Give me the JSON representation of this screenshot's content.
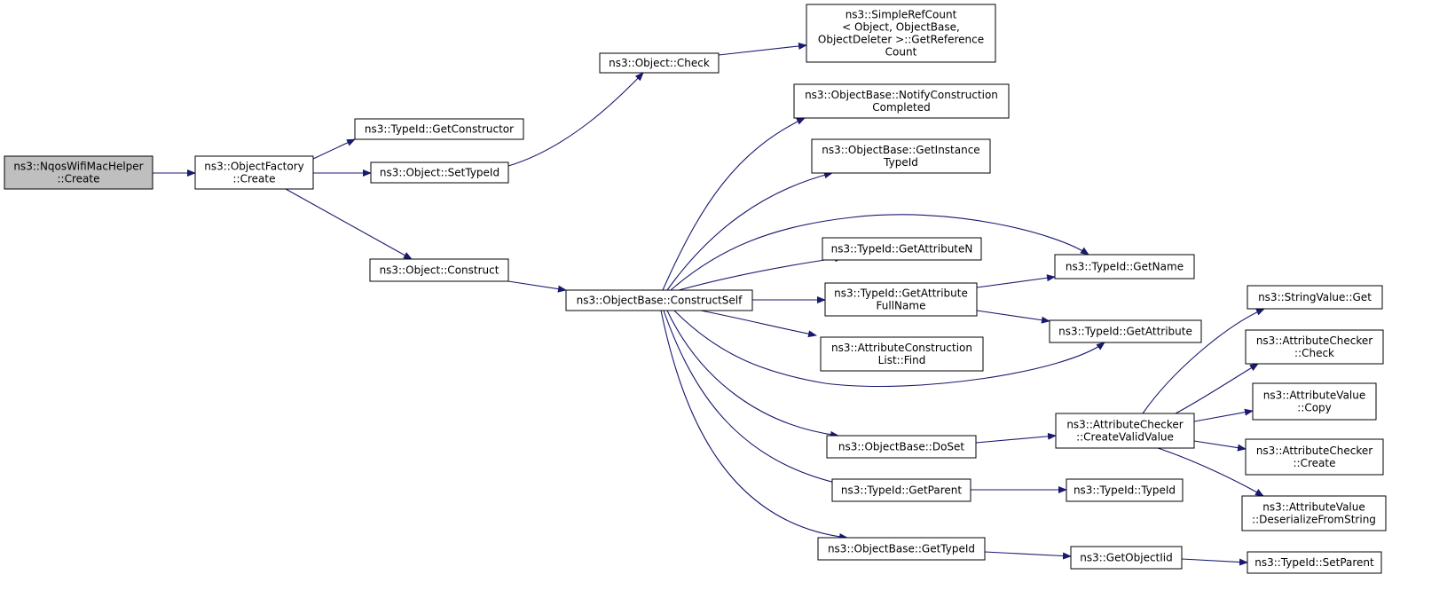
{
  "colors": {
    "edge": "#191970",
    "root_fill": "#bfbfbf",
    "node_fill": "#ffffff",
    "border": "#000000"
  },
  "nodes": [
    {
      "id": "n0",
      "lines": [
        "ns3::NqosWifiMacHelper",
        "::Create"
      ],
      "root": true
    },
    {
      "id": "n1",
      "lines": [
        "ns3::ObjectFactory",
        "::Create"
      ]
    },
    {
      "id": "n2",
      "lines": [
        "ns3::TypeId::GetConstructor"
      ]
    },
    {
      "id": "n3",
      "lines": [
        "ns3::Object::SetTypeId"
      ]
    },
    {
      "id": "n4",
      "lines": [
        "ns3::Object::Construct"
      ]
    },
    {
      "id": "n5",
      "lines": [
        "ns3::Object::Check"
      ]
    },
    {
      "id": "n6",
      "lines": [
        "ns3::SimpleRefCount",
        "< Object, ObjectBase,",
        "ObjectDeleter >::GetReference",
        "Count"
      ]
    },
    {
      "id": "n7",
      "lines": [
        "ns3::ObjectBase::ConstructSelf"
      ]
    },
    {
      "id": "n8",
      "lines": [
        "ns3::ObjectBase::NotifyConstruction",
        "Completed"
      ]
    },
    {
      "id": "n9",
      "lines": [
        "ns3::ObjectBase::GetInstance",
        "TypeId"
      ]
    },
    {
      "id": "n10",
      "lines": [
        "ns3::TypeId::GetAttributeN"
      ]
    },
    {
      "id": "n11",
      "lines": [
        "ns3::TypeId::GetAttribute",
        "FullName"
      ]
    },
    {
      "id": "n12",
      "lines": [
        "ns3::AttributeConstruction",
        "List::Find"
      ]
    },
    {
      "id": "n13",
      "lines": [
        "ns3::ObjectBase::DoSet"
      ]
    },
    {
      "id": "n14",
      "lines": [
        "ns3::TypeId::GetParent"
      ]
    },
    {
      "id": "n15",
      "lines": [
        "ns3::ObjectBase::GetTypeId"
      ]
    },
    {
      "id": "n16",
      "lines": [
        "ns3::TypeId::GetName"
      ]
    },
    {
      "id": "n17",
      "lines": [
        "ns3::TypeId::GetAttribute"
      ]
    },
    {
      "id": "n18",
      "lines": [
        "ns3::AttributeChecker",
        "::CreateValidValue"
      ]
    },
    {
      "id": "n19",
      "lines": [
        "ns3::TypeId::TypeId"
      ]
    },
    {
      "id": "n20",
      "lines": [
        "ns3::GetObjectIid"
      ]
    },
    {
      "id": "n21",
      "lines": [
        "ns3::StringValue::Get"
      ]
    },
    {
      "id": "n22",
      "lines": [
        "ns3::AttributeChecker",
        "::Check"
      ]
    },
    {
      "id": "n23",
      "lines": [
        "ns3::AttributeValue",
        "::Copy"
      ]
    },
    {
      "id": "n24",
      "lines": [
        "ns3::AttributeChecker",
        "::Create"
      ]
    },
    {
      "id": "n25",
      "lines": [
        "ns3::AttributeValue",
        "::DeserializeFromString"
      ]
    },
    {
      "id": "n26",
      "lines": [
        "ns3::TypeId::SetParent"
      ]
    }
  ],
  "edges": [
    {
      "from": "n0",
      "to": "n1"
    },
    {
      "from": "n1",
      "to": "n2"
    },
    {
      "from": "n1",
      "to": "n3"
    },
    {
      "from": "n1",
      "to": "n4"
    },
    {
      "from": "n3",
      "to": "n5"
    },
    {
      "from": "n5",
      "to": "n6"
    },
    {
      "from": "n4",
      "to": "n7"
    },
    {
      "from": "n7",
      "to": "n8"
    },
    {
      "from": "n7",
      "to": "n9"
    },
    {
      "from": "n7",
      "to": "n16"
    },
    {
      "from": "n7",
      "to": "n10"
    },
    {
      "from": "n7",
      "to": "n11"
    },
    {
      "from": "n7",
      "to": "n12"
    },
    {
      "from": "n7",
      "to": "n17"
    },
    {
      "from": "n7",
      "to": "n13"
    },
    {
      "from": "n7",
      "to": "n14"
    },
    {
      "from": "n7",
      "to": "n15"
    },
    {
      "from": "n11",
      "to": "n16"
    },
    {
      "from": "n11",
      "to": "n17"
    },
    {
      "from": "n13",
      "to": "n18"
    },
    {
      "from": "n18",
      "to": "n21"
    },
    {
      "from": "n18",
      "to": "n22"
    },
    {
      "from": "n18",
      "to": "n23"
    },
    {
      "from": "n18",
      "to": "n24"
    },
    {
      "from": "n18",
      "to": "n25"
    },
    {
      "from": "n14",
      "to": "n19"
    },
    {
      "from": "n15",
      "to": "n20"
    },
    {
      "from": "n20",
      "to": "n26"
    }
  ]
}
